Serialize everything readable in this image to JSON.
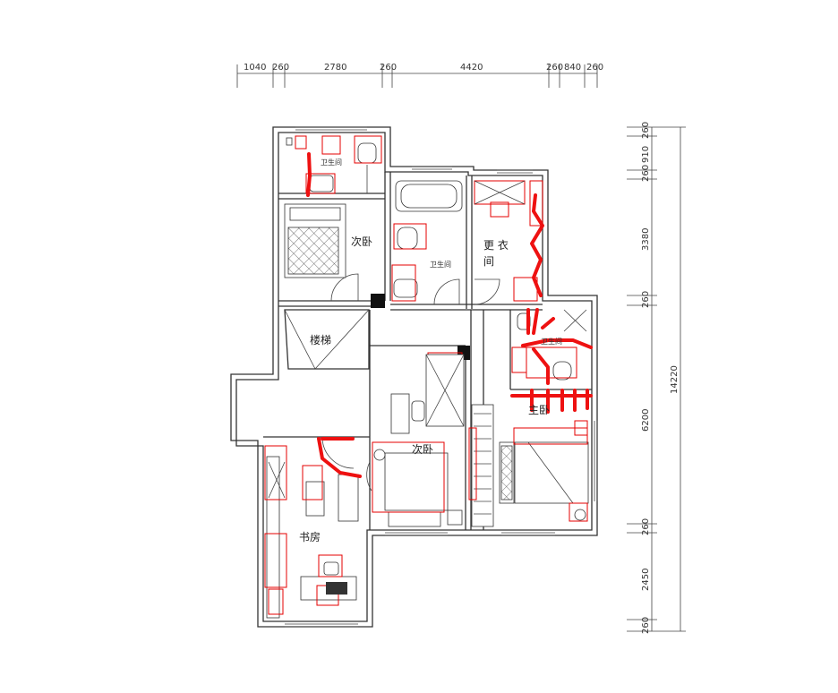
{
  "dimensions": {
    "top": [
      "1040",
      "260",
      "2780",
      "260",
      "4420",
      "260",
      "840",
      "260"
    ],
    "right": [
      "260",
      "910",
      "260",
      "3380",
      "260",
      "6200",
      "260",
      "2450",
      "260"
    ],
    "total": "14220"
  },
  "rooms": {
    "second_bedroom_top": "次卧",
    "walkin_closet": "更衣\n间",
    "stairs": "楼梯",
    "second_bedroom_mid": "次卧",
    "master_bedroom": "主卧",
    "study": "书房",
    "wc_top": "卫生间",
    "wc_mid": "卫生间",
    "wc_master": "卫生间"
  }
}
